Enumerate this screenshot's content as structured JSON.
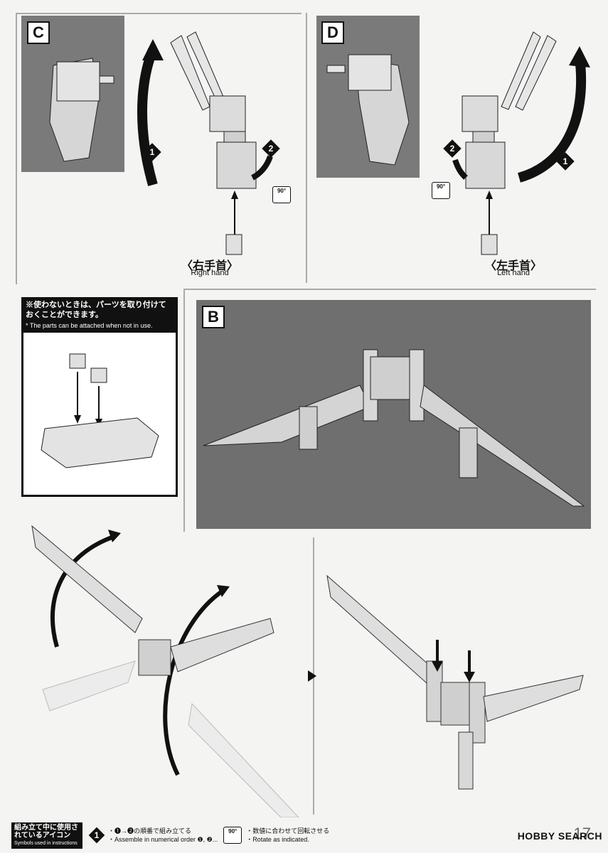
{
  "panels": {
    "c": {
      "letter": "C",
      "caption_jp": "〈右手首〉",
      "caption_en": "Right hand",
      "step1": "1",
      "step2": "2",
      "rotate": "90°"
    },
    "d": {
      "letter": "D",
      "caption_jp": "〈左手首〉",
      "caption_en": "Left hand",
      "step1": "1",
      "step2": "2",
      "rotate": "90°"
    },
    "b": {
      "letter": "B"
    }
  },
  "note": {
    "jp": "※使わないときは、パーツを取り付けておくことができます。",
    "en": "* The parts can be attached when not in use."
  },
  "legend": {
    "title_jp": "組み立て中に使用されているアイコン",
    "title_en": "Symbols used in instructions",
    "item1_icon": "1",
    "item1_jp": "・❶→❷の順番で組み立てる",
    "item1_en": "・Assemble in numerical order ❶, ❷...",
    "item2_icon": "90°",
    "item2_jp": "・数値に合わせて回転させる",
    "item2_en": "・Rotate as indicated."
  },
  "page_number": "17",
  "watermark": "HOBBY SEARCH",
  "colors": {
    "panel_gray": "#7a7a7a",
    "part_gray": "#d9d9d9",
    "ink": "#111111"
  }
}
